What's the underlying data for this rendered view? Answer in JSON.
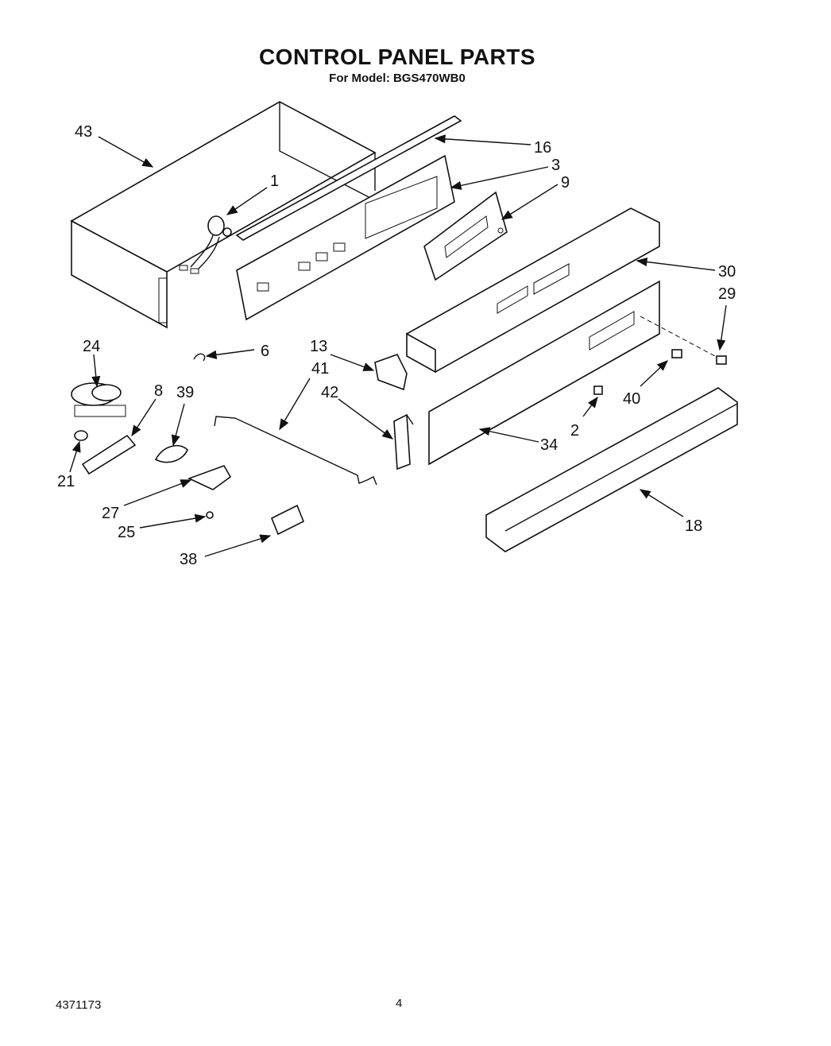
{
  "header": {
    "title": "CONTROL PANEL PARTS",
    "subtitle": "For Model: BGS470WB0"
  },
  "footer": {
    "doc_number": "4371173",
    "page_number": "4"
  },
  "callouts": [
    {
      "id": "c43",
      "label": "43"
    },
    {
      "id": "c16",
      "label": "16"
    },
    {
      "id": "c3",
      "label": "3"
    },
    {
      "id": "c9",
      "label": "9"
    },
    {
      "id": "c1",
      "label": "1"
    },
    {
      "id": "c30",
      "label": "30"
    },
    {
      "id": "c29",
      "label": "29"
    },
    {
      "id": "c24",
      "label": "24"
    },
    {
      "id": "c6",
      "label": "6"
    },
    {
      "id": "c13",
      "label": "13"
    },
    {
      "id": "c41",
      "label": "41"
    },
    {
      "id": "c8",
      "label": "8"
    },
    {
      "id": "c39",
      "label": "39"
    },
    {
      "id": "c42",
      "label": "42"
    },
    {
      "id": "c40",
      "label": "40"
    },
    {
      "id": "c2",
      "label": "2"
    },
    {
      "id": "c34",
      "label": "34"
    },
    {
      "id": "c21",
      "label": "21"
    },
    {
      "id": "c27",
      "label": "27"
    },
    {
      "id": "c25",
      "label": "25"
    },
    {
      "id": "c18",
      "label": "18"
    },
    {
      "id": "c38",
      "label": "38"
    }
  ]
}
